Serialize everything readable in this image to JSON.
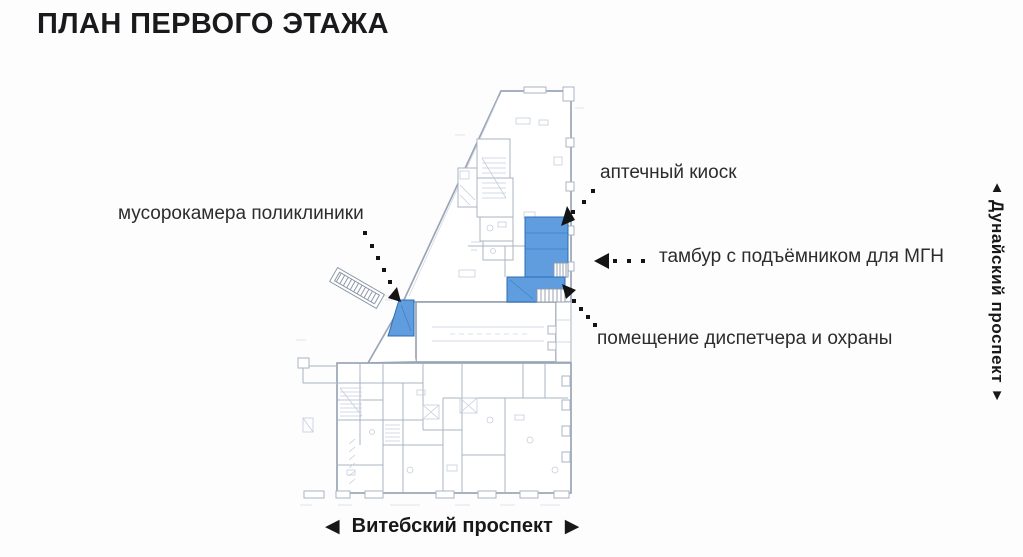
{
  "title": "ПЛАН ПЕРВОГО ЭТАЖА",
  "annotations": {
    "pharmacy": "аптечный киоск",
    "garbage": "мусорокамера поликлиники",
    "tambour": "тамбур с подъёмником для МГН",
    "dispatcher": "помещение диспетчера и охраны"
  },
  "streets": {
    "right": {
      "name": "Дунайский проспект",
      "arrow_up": "▲",
      "arrow_down": "▼"
    },
    "bottom": {
      "name": "Витебский проспект",
      "arrow_left": "◀",
      "arrow_right": "▶"
    }
  },
  "colors": {
    "room_highlight": "#5f9ddf",
    "room_highlight_border": "#2d6cb4",
    "plan_lines": "#a3aebd",
    "annotation_arrows": "#141414",
    "text": "#232325"
  }
}
